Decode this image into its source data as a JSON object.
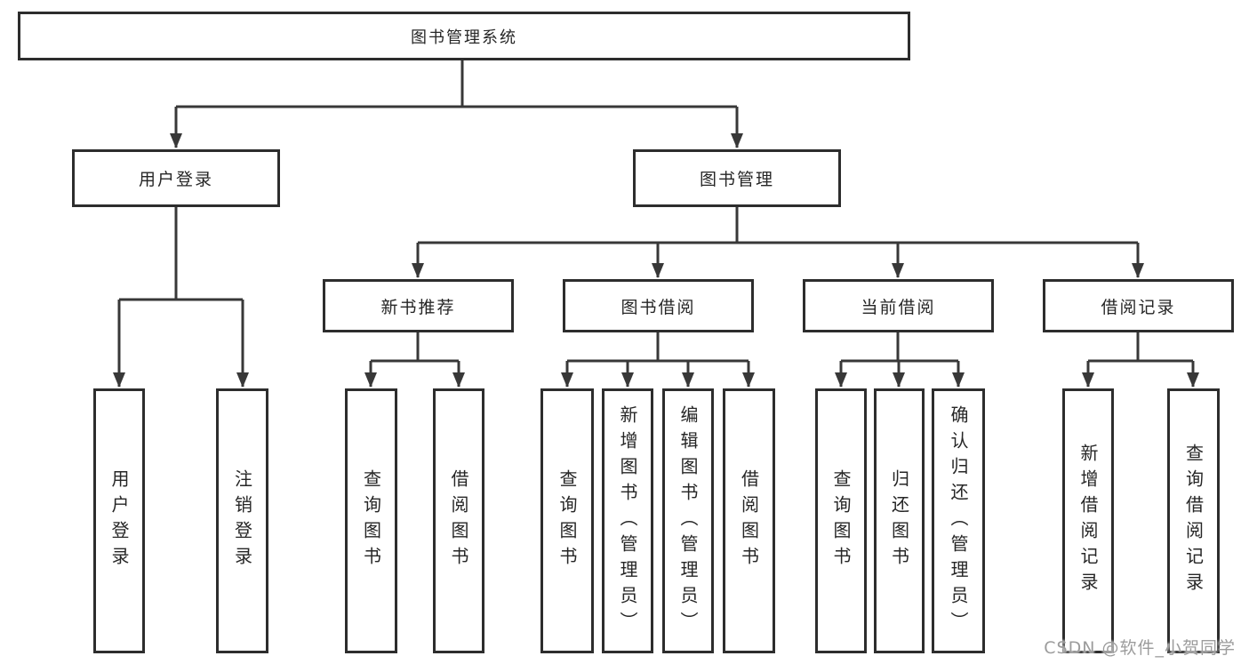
{
  "tree": {
    "root": {
      "label": "图书管理系统",
      "children": [
        {
          "label": "用户登录",
          "children": [
            {
              "label": "用户登录"
            },
            {
              "label": "注销登录"
            }
          ]
        },
        {
          "label": "图书管理",
          "children": [
            {
              "label": "新书推荐",
              "children": [
                {
                  "label": "查询图书"
                },
                {
                  "label": "借阅图书"
                }
              ]
            },
            {
              "label": "图书借阅",
              "children": [
                {
                  "label": "查询图书"
                },
                {
                  "label": "新增图书（管理员）"
                },
                {
                  "label": "编辑图书（管理员）"
                },
                {
                  "label": "借阅图书"
                }
              ]
            },
            {
              "label": "当前借阅",
              "children": [
                {
                  "label": "查询图书"
                },
                {
                  "label": "归还图书"
                },
                {
                  "label": "确认归还（管理员）"
                }
              ]
            },
            {
              "label": "借阅记录",
              "children": [
                {
                  "label": "新增借阅记录"
                },
                {
                  "label": "查询借阅记录"
                }
              ]
            }
          ]
        }
      ]
    }
  },
  "watermark": {
    "text": "CSDN @软件_小贺同学"
  },
  "colors": {
    "line": "#383838",
    "box_border": "#2d2d2d",
    "text": "#262626",
    "background": "#ffffff",
    "watermark": "#9c9c9c"
  }
}
